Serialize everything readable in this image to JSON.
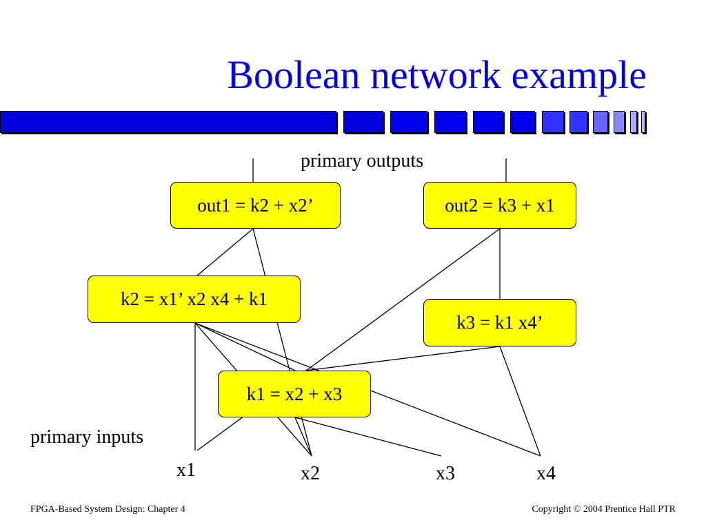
{
  "slide": {
    "title": "Boolean network example",
    "footer_left": "FPGA-Based System Design: Chapter 4",
    "footer_right": "Copyright © 2004 Prentice Hall PTR"
  },
  "diagram": {
    "outputs_label": "primary outputs",
    "inputs_label": "primary inputs",
    "nodes": {
      "out1": "out1 = k2 + x2’",
      "out2": "out2 = k3 + x1",
      "k2": "k2 = x1’ x2 x4 + k1",
      "k3": "k3 = k1 x4’",
      "k1": "k1 = x2 + x3"
    },
    "inputs": {
      "x1": "x1",
      "x2": "x2",
      "x3": "x3",
      "x4": "x4"
    }
  },
  "colors": {
    "title": "#0000e6",
    "node_fill": "#ffff00",
    "bar_blue": "#0000ee"
  }
}
